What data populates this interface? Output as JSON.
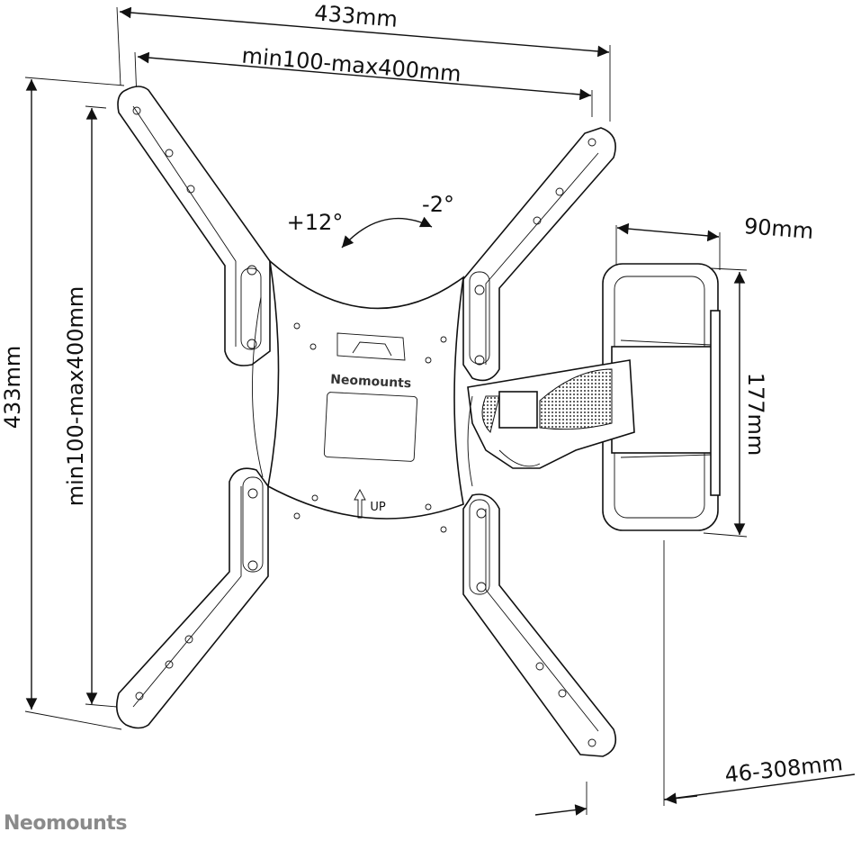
{
  "dimensions": {
    "overall_width": "433mm",
    "vesa_width": "min100-max400mm",
    "overall_height": "433mm",
    "vesa_height": "min100-max400mm",
    "wall_plate_depth": "90mm",
    "wall_plate_height": "177mm",
    "extension": "46-308mm"
  },
  "tilt": {
    "up": "+12°",
    "down": "-2°"
  },
  "plate_labels": {
    "brand": "Neomounts",
    "up": "UP"
  },
  "footer_brand": "Neomounts"
}
